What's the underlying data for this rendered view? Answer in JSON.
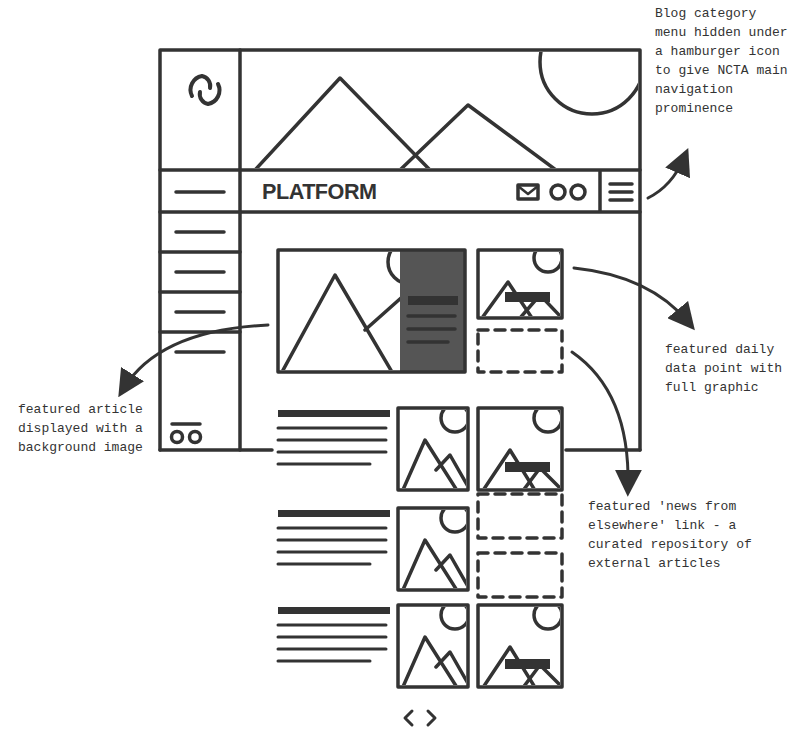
{
  "diagram": {
    "nodes": [
      {
        "text": [
          "PLATFORM"
        ]
      }
    ],
    "labels": [
      "Blog category menu hidden under a hamburger icon to give NCTA main navigation prominence",
      "featured daily data point with full graphic",
      "featured article displayed with a background image",
      "featured 'news from elsewhere' link - a curated repository of external articles"
    ]
  }
}
